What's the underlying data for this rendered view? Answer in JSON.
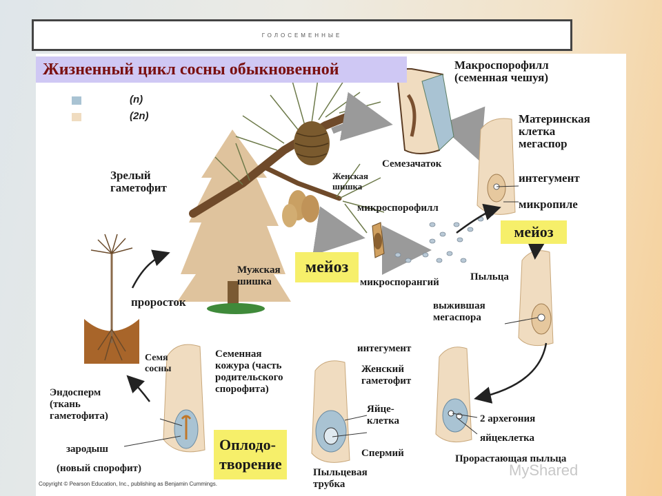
{
  "header": {
    "text": "ГОЛОСЕМЕННЫЕ"
  },
  "title": "Жизненный цикл сосны обыкновенной",
  "legend": {
    "haploid": "(n)",
    "diploid": "(2n)",
    "haploid_color": "#a9c3d3",
    "diploid_color": "#f0dcc0"
  },
  "labels": {
    "macrosporophyll": "Макроспорофилл\n(семенная чешуя)",
    "megaspore_mother_cell": "Материнская\nклетка\nмегаспор",
    "ovule": "Семезачаток",
    "female_cone": "Женская\nшишка",
    "integument_top": "интегумент",
    "micropyle": "микропиле",
    "microsporophyll": "микроспорофилл",
    "mature_gametophyte": "Зрелый\nгаметофит",
    "male_cone": "Мужская\nшишка",
    "microsporangium": "микроспорангий",
    "pollen": "Пыльца",
    "surviving_megaspore": "выжившая\nмегаспора",
    "seedling": "проросток",
    "pine_seed": "Семя\nсосны",
    "seed_coat": "Семенная\nкожура (часть\nродительского\nспорофита)",
    "integument_bottom": "интегумент",
    "female_gametophyte": "Женский\nгаметофит",
    "egg_cell": "Яйце-\nклетка",
    "sperm": "Спермий",
    "pollen_tube": "Пыльцевая\nтрубка",
    "two_archegonia": "2 архегония",
    "egg_cell_2": "яйцеклетка",
    "germinating_pollen": "Прорастающая пыльца",
    "endosperm": "Эндосперм\n(ткань\nгаметофита)",
    "embryo": "зародыш",
    "new_sporophyte": "(новый спорофит)"
  },
  "highlights": {
    "meiosis_left": "мейоз",
    "meiosis_right": "мейоз",
    "fertilization": "Оплодо-\nтворение",
    "color": "#f6ef6a"
  },
  "copyright": "Copyright © Pearson Education, Inc., publishing as Benjamin Cummings.",
  "watermark": "MyShared"
}
